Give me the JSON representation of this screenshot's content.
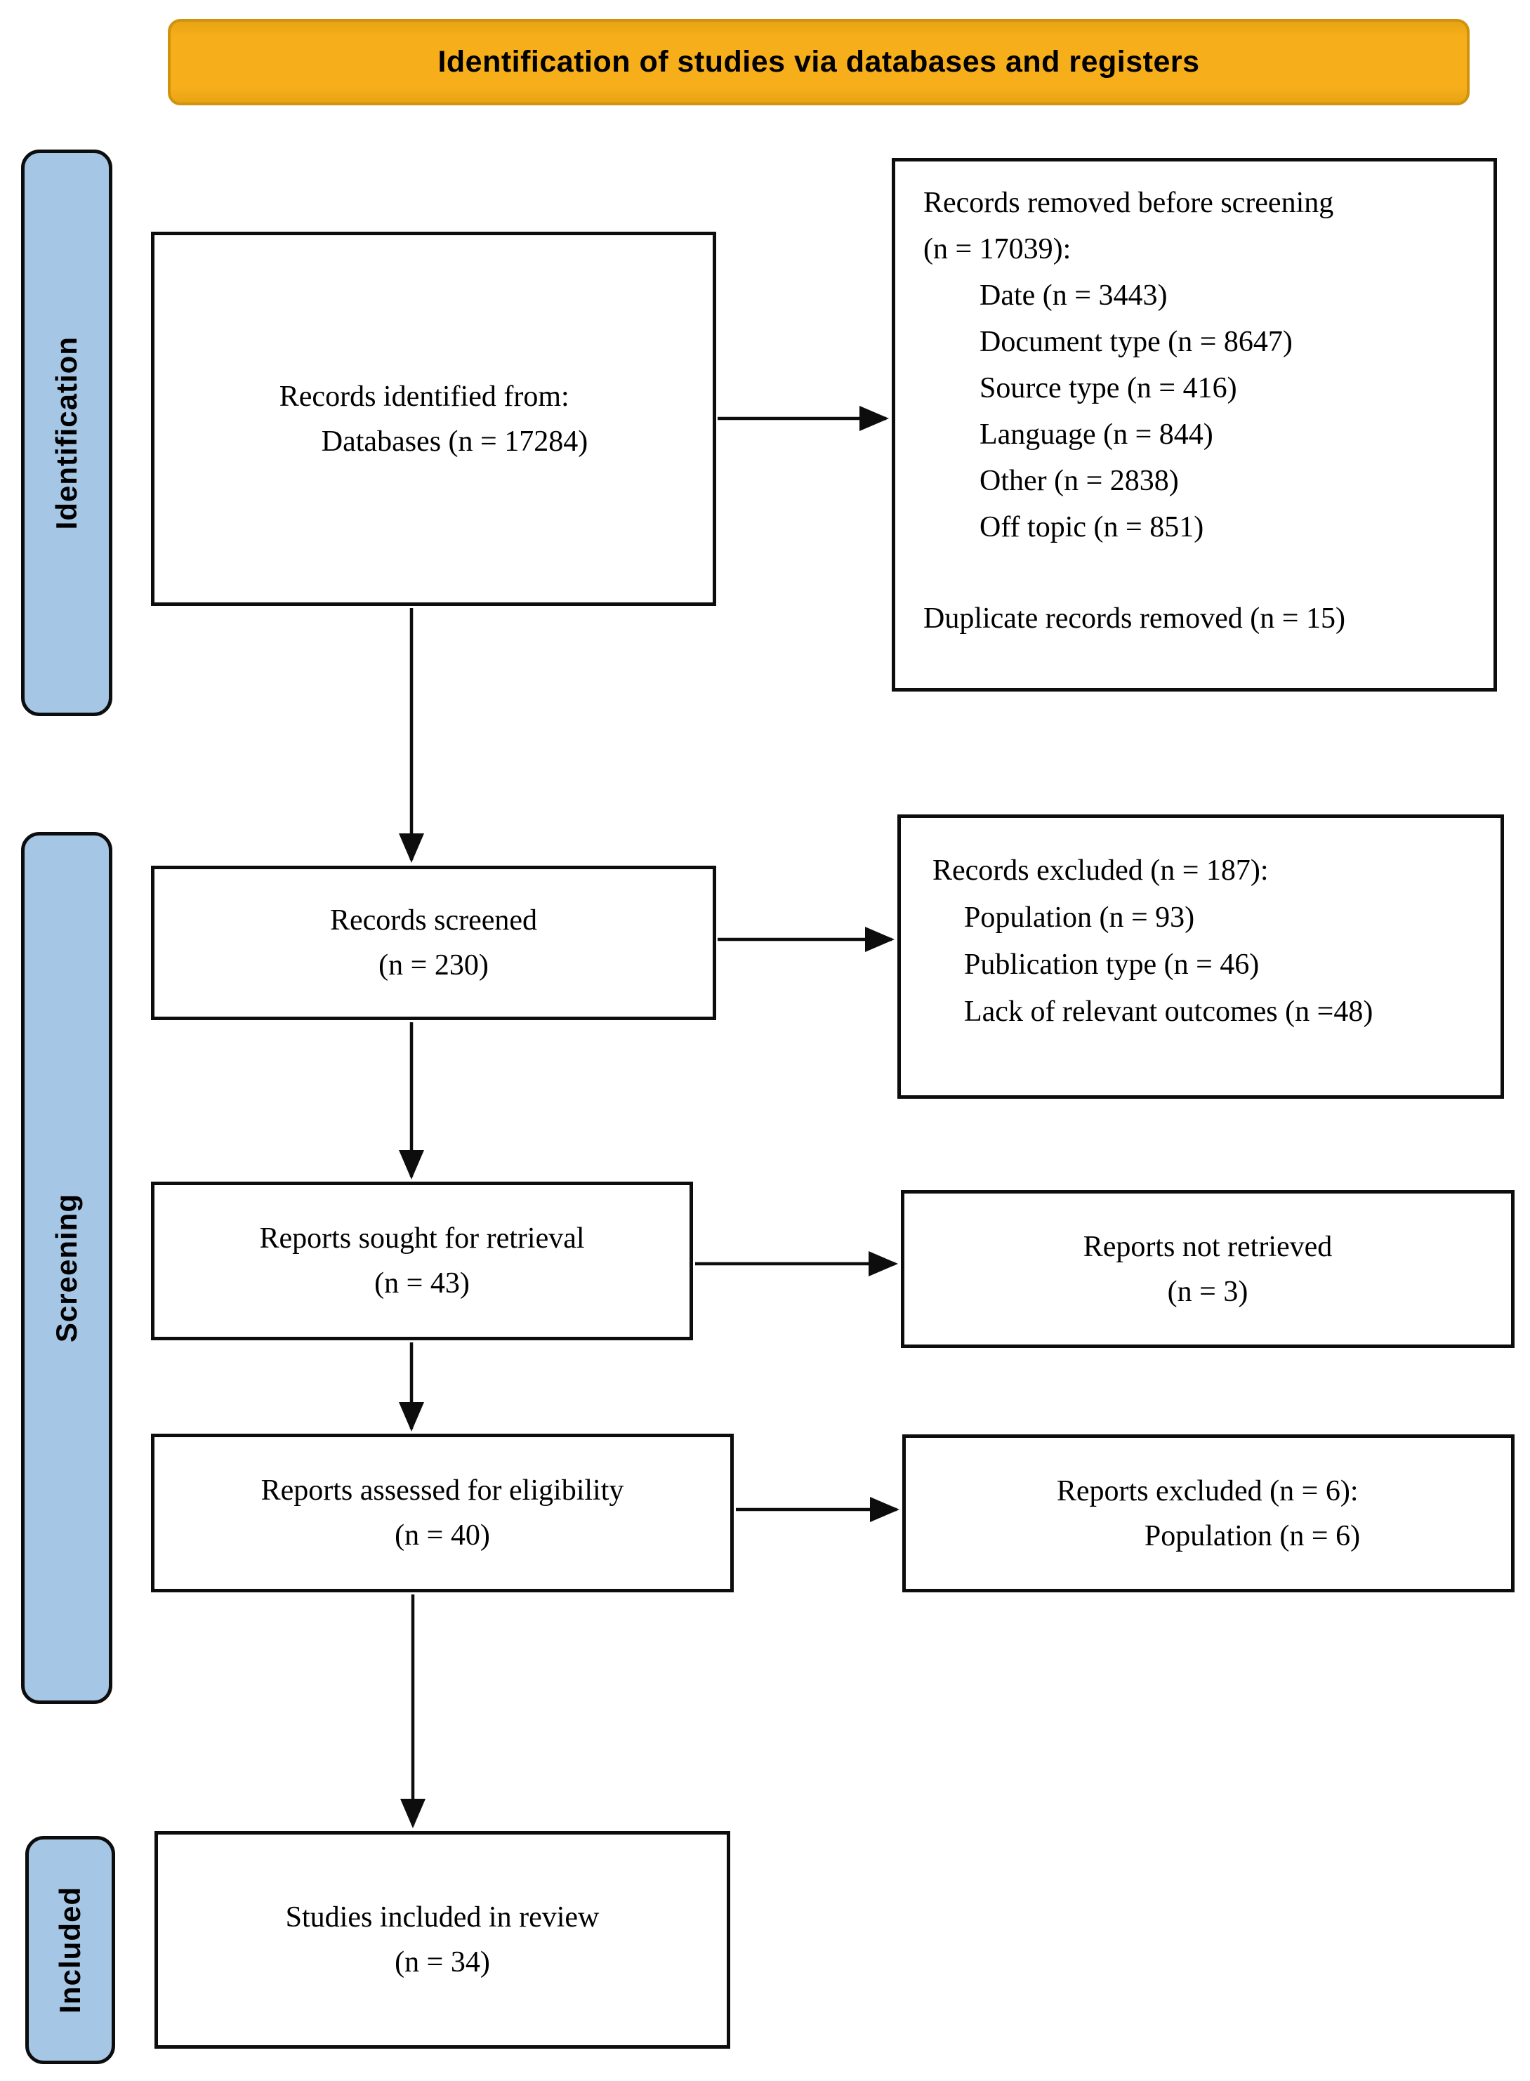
{
  "banner": {
    "title": "Identification of studies via databases and registers"
  },
  "stages": {
    "identification": "Identification",
    "screening": "Screening",
    "included": "Included"
  },
  "boxes": {
    "records_identified": {
      "line1": "Records identified from:",
      "line2": "Databases (n = 17284)"
    },
    "records_removed": {
      "title_line1": "Records removed before screening",
      "title_line2": "(n = 17039):",
      "reasons": [
        "Date (n = 3443)",
        "Document type (n = 8647)",
        "Source type (n = 416)",
        "Language (n = 844)",
        "Other (n = 2838)",
        "Off topic (n = 851)"
      ],
      "duplicate": "Duplicate records removed (n = 15)"
    },
    "records_screened": {
      "line1": "Records screened",
      "line2": "(n = 230)"
    },
    "records_excluded": {
      "title": "Records excluded (n = 187):",
      "reasons": [
        "Population (n = 93)",
        "Publication type (n = 46)",
        "Lack of relevant outcomes (n =48)"
      ]
    },
    "reports_sought": {
      "line1": "Reports sought for retrieval",
      "line2": "(n = 43)"
    },
    "reports_not_retrieved": {
      "line1": "Reports not retrieved",
      "line2": "(n = 3)"
    },
    "reports_assessed": {
      "line1": "Reports assessed for eligibility",
      "line2": "(n = 40)"
    },
    "reports_excluded": {
      "title": "Reports excluded (n = 6):",
      "reason": "Population (n = 6)"
    },
    "studies_included": {
      "line1": "Studies included in review",
      "line2": "(n = 34)"
    }
  },
  "colors": {
    "banner_bg": "#f6ae1b",
    "banner_border": "#d1920e",
    "pill_bg": "#a5c6e5",
    "ink": "#0d0d0d",
    "box_bg": "#ffffff"
  }
}
